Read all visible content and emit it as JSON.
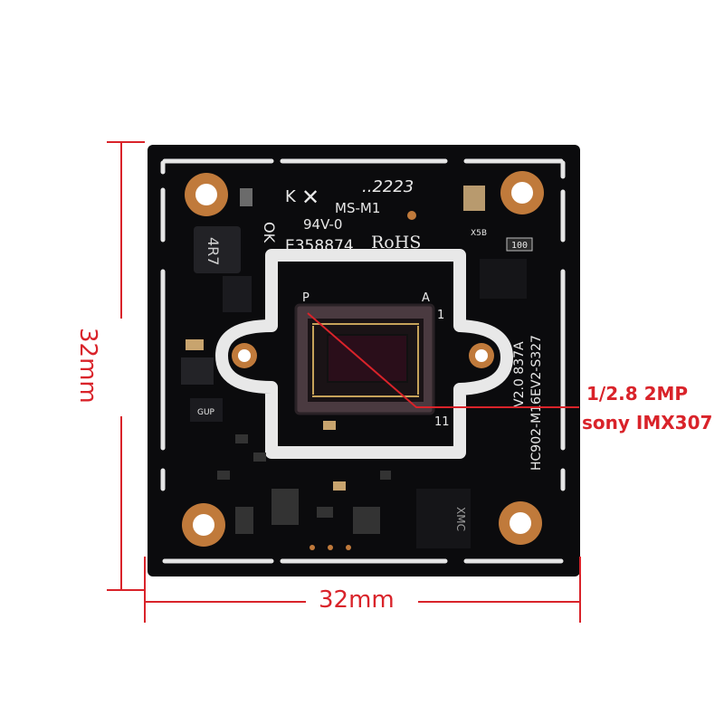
{
  "dimensions": {
    "width_label": "32mm",
    "height_label": "32mm"
  },
  "callout": {
    "line1": "1/2.8 2MP",
    "line2": "sony IMX307"
  },
  "board_markings": {
    "brand": "K",
    "code": "..2223",
    "model": "MS-M1",
    "flammability": "94V-0",
    "cert": "E358874",
    "rohs": "RoHS",
    "side_label": "OK",
    "inductor": "4R7",
    "version": "V2.0  837A",
    "part": "HC902-M16EV2-S327",
    "pin_p": "P",
    "pin_a": "A",
    "pin_1": "1",
    "pin_11": "11",
    "flash_brand": "XMC",
    "resistor": "100",
    "cap_label": "X5B",
    "small_ic": "GUP"
  },
  "colors": {
    "pcb": "#0b0b0d",
    "silk": "#e8e8e8",
    "pad": "#c07a3b",
    "dimension": "#d9232a"
  }
}
